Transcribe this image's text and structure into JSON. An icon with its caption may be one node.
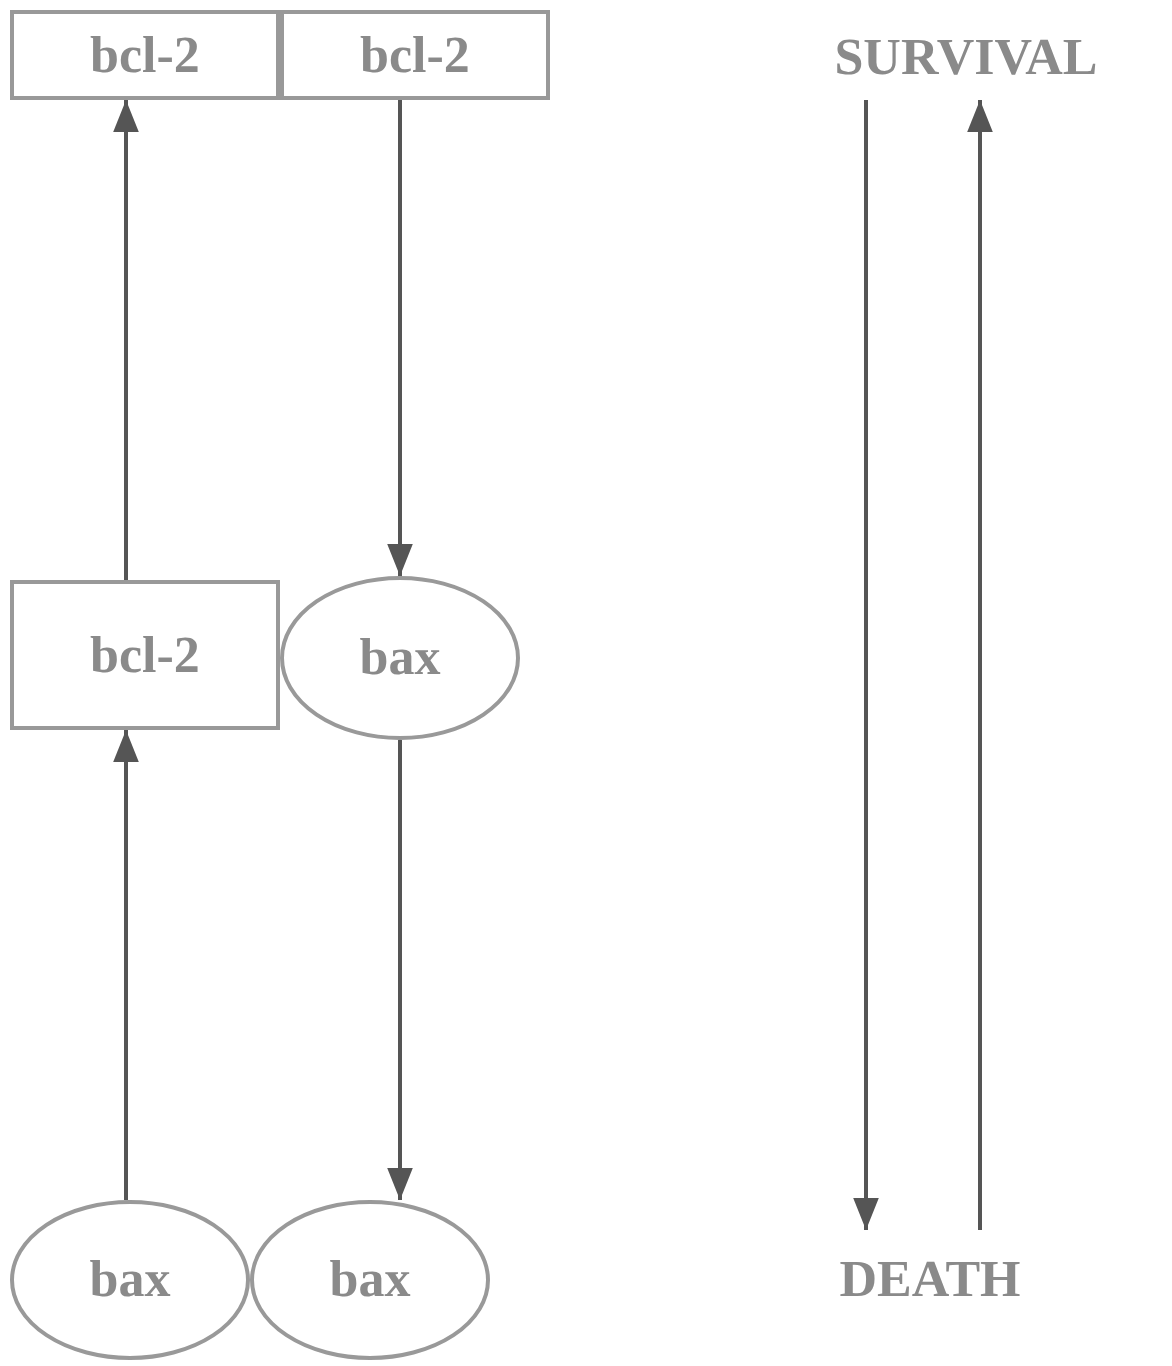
{
  "diagram": {
    "nodes": [
      {
        "text": [
          "bcl-2"
        ]
      },
      {
        "text": [
          "bcl-2"
        ]
      },
      {
        "text": [
          "SURVIVAL"
        ]
      },
      {
        "text": [
          "bcl-2"
        ]
      },
      {
        "text": [
          "bax"
        ]
      },
      {
        "text": [
          "bax"
        ]
      },
      {
        "text": [
          "bax"
        ]
      },
      {
        "text": [
          "DEATH"
        ]
      }
    ],
    "edges": [
      {
        "from": 3,
        "to": 0,
        "arrow": "to"
      },
      {
        "from": 1,
        "to": 4,
        "arrow": "to"
      },
      {
        "from": 5,
        "to": 3,
        "arrow": "to"
      },
      {
        "from": 4,
        "to": 6,
        "arrow": "to"
      },
      {
        "from": 2,
        "to": 7,
        "arrow": "to"
      },
      {
        "from": 7,
        "to": 2,
        "arrow": "to"
      }
    ]
  }
}
